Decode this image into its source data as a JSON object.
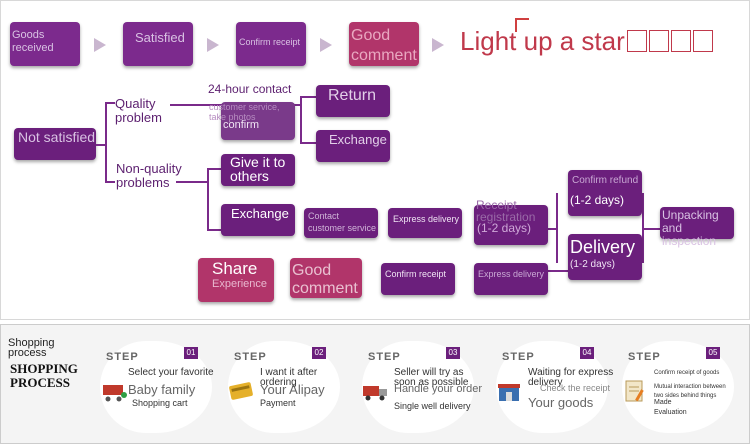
{
  "flow_top": {
    "goods_received": "Goods received",
    "satisfied": "Satisfied",
    "confirm_receipt": "Confirm receipt",
    "good_comment": "Good comment",
    "light_up": "Light up a star"
  },
  "not_satisfied": "Not satisfied",
  "quality_problem": "Quality problem",
  "non_quality_problems": "Non-quality problems",
  "contact_24h": "24-hour contact",
  "customer_service_take_photos": "customer service, take photos",
  "confirm": "confirm",
  "return": "Return",
  "exchange_top": "Exchange",
  "give_to_others": "Give it to others",
  "exchange_mid": "Exchange",
  "contact_customer_service": "Contact customer service",
  "express_delivery_1": "Express delivery",
  "receipt_registration": "Receipt registration",
  "one_two_days_a": "(1-2 days)",
  "confirm_refund": "Confirm refund",
  "one_two_days_b": "(1-2 days)",
  "delivery": "Delivery",
  "one_two_days_c": "(1-2 days)",
  "unpacking": "Unpacking and inspection",
  "share": "Share",
  "experience": "Experience",
  "good_comment_2": "Good comment",
  "confirm_receipt_2": "Confirm receipt",
  "express_delivery_2": "Express delivery",
  "shopping": {
    "title_small": "Shopping process",
    "title_big": "SHOPPING PROCESS",
    "steps": [
      {
        "step": "STEP",
        "num": "01",
        "l1": "Select your favorite",
        "l2": "Baby family",
        "l3": "Shopping cart"
      },
      {
        "step": "STEP",
        "num": "02",
        "l1": "I want it after ordering",
        "l2": "Your Alipay",
        "l3": "Payment"
      },
      {
        "step": "STEP",
        "num": "03",
        "l1": "Seller will try as soon as possible",
        "l2": "Handle your order",
        "l3": "Single well delivery"
      },
      {
        "step": "STEP",
        "num": "04",
        "l1": "Waiting for express delivery",
        "l2": "Your goods",
        "l3": "Check the receipt"
      },
      {
        "step": "STEP",
        "num": "05",
        "l1": "Confirm receipt of goods",
        "l2": "Mutual interaction between two sides behind things",
        "l3": "Made Evaluation"
      }
    ]
  }
}
